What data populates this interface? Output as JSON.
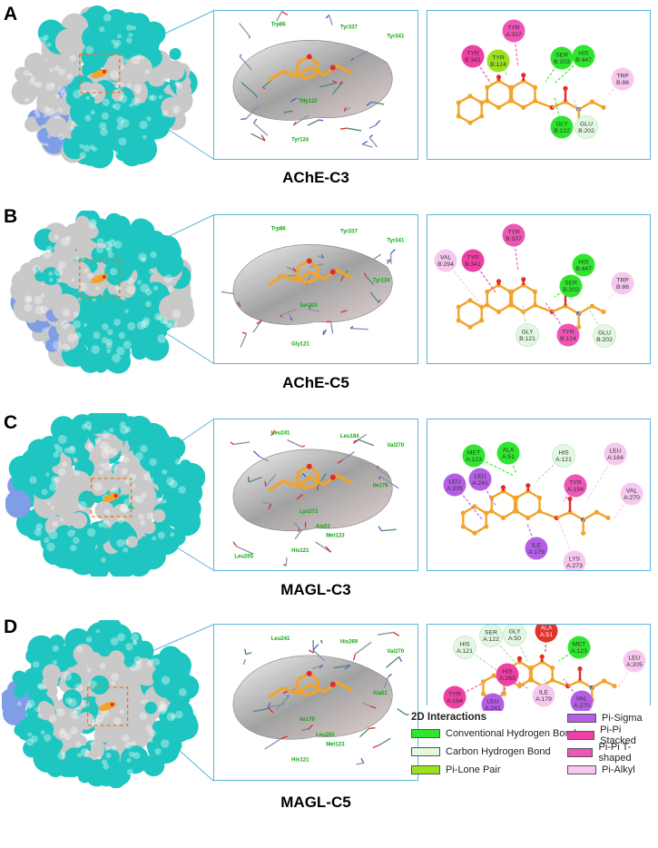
{
  "panels": [
    {
      "letter": "A",
      "title": "AChE-C3",
      "pocket_labels": [
        "Trp86",
        "Tyr337",
        "Tyr341",
        "Gly122",
        "Tyr124"
      ],
      "residues": [
        {
          "label": "TYR\nA:337",
          "type": "pi_pi_tshaped"
        },
        {
          "label": "TYR\nB:341",
          "type": "pi_pi_stacked"
        },
        {
          "label": "TYR\nB:124",
          "type": "pi_lone_pair"
        },
        {
          "label": "SER\nB:203",
          "type": "conventional_hb"
        },
        {
          "label": "HIS\nB:447",
          "type": "conventional_hb"
        },
        {
          "label": "TRP\nB:86",
          "type": "pi_alkyl"
        },
        {
          "label": "GLY\nB:122",
          "type": "conventional_hb"
        },
        {
          "label": "GLU\nB:202",
          "type": "carbon_hb"
        }
      ]
    },
    {
      "letter": "B",
      "title": "AChE-C5",
      "pocket_labels": [
        "Trp86",
        "Tyr337",
        "Tyr341",
        "Ser203",
        "Gly121",
        "Tyr124"
      ],
      "residues": [
        {
          "label": "VAL\nB:294",
          "type": "pi_alkyl"
        },
        {
          "label": "TYR\nB:337",
          "type": "pi_pi_tshaped"
        },
        {
          "label": "TYR\nB:341",
          "type": "pi_pi_stacked"
        },
        {
          "label": "HIS\nB:447",
          "type": "conventional_hb"
        },
        {
          "label": "SER\nB:203",
          "type": "conventional_hb"
        },
        {
          "label": "TRP\nB:86",
          "type": "pi_alkyl"
        },
        {
          "label": "GLY\nB:121",
          "type": "carbon_hb"
        },
        {
          "label": "TYR\nB:124",
          "type": "pi_pi_tshaped"
        },
        {
          "label": "GLU\nB:202",
          "type": "carbon_hb"
        }
      ]
    },
    {
      "letter": "C",
      "title": "MAGL-C3",
      "pocket_labels": [
        "Leu241",
        "Leu184",
        "Val270",
        "Lys273",
        "His121",
        "Ile179",
        "Met123",
        "Ala51",
        "Leu205"
      ],
      "residues": [
        {
          "label": "MET\nA:123",
          "type": "conventional_hb"
        },
        {
          "label": "ALA\nA:51",
          "type": "conventional_hb"
        },
        {
          "label": "HIS\nA:121",
          "type": "carbon_hb"
        },
        {
          "label": "LEU\nA:184",
          "type": "pi_alkyl"
        },
        {
          "label": "LEU\nA:241",
          "type": "pi_sigma"
        },
        {
          "label": "LEU\nA:205",
          "type": "pi_sigma"
        },
        {
          "label": "TYR\nA:194",
          "type": "pi_pi_tshaped"
        },
        {
          "label": "VAL\nA:270",
          "type": "pi_alkyl"
        },
        {
          "label": "ILE\nA:179",
          "type": "pi_sigma"
        },
        {
          "label": "LYS\nA:273",
          "type": "pi_alkyl"
        }
      ]
    },
    {
      "letter": "D",
      "title": "MAGL-C5",
      "pocket_labels": [
        "Leu241",
        "His269",
        "Val270",
        "Ile179",
        "His121",
        "Ala51",
        "Met123",
        "Leu205"
      ],
      "residues": [
        {
          "label": "SER\nA:122",
          "type": "carbon_hb"
        },
        {
          "label": "GLY\nA:50",
          "type": "carbon_hb"
        },
        {
          "label": "ALA\nA:51",
          "type": "unfavorable"
        },
        {
          "label": "HIS\nA:121",
          "type": "carbon_hb"
        },
        {
          "label": "MET\nA:123",
          "type": "conventional_hb"
        },
        {
          "label": "LEU\nA:205",
          "type": "pi_alkyl"
        },
        {
          "label": "HIS\nA:269",
          "type": "pi_pi_stacked"
        },
        {
          "label": "TYR\nA:194",
          "type": "pi_pi_stacked"
        },
        {
          "label": "LEU\nA:241",
          "type": "pi_sigma"
        },
        {
          "label": "ILE\nA:179",
          "type": "pi_alkyl"
        },
        {
          "label": "VAL\nA:270",
          "type": "pi_sigma"
        }
      ]
    }
  ],
  "legend": {
    "title": "2D Interactions",
    "items": [
      {
        "label": "Conventional Hydrogen Bond",
        "color": "#2ee62e"
      },
      {
        "label": "Carbon Hydrogen Bond",
        "color": "#e3f8e3"
      },
      {
        "label": "Pi-Lone Pair",
        "color": "#9be21f"
      },
      {
        "label": "Pi-Sigma",
        "color": "#b45ee6"
      },
      {
        "label": "Pi-Pi Stacked",
        "color": "#ee3fa5"
      },
      {
        "label": "Pi-Pi T-shaped",
        "color": "#ee56b6"
      },
      {
        "label": "Pi-Alkyl",
        "color": "#f7c8ef"
      }
    ]
  },
  "colors": {
    "conventional_hb": "#2ee62e",
    "carbon_hb": "#e3f8e3",
    "pi_lone_pair": "#9be21f",
    "pi_sigma": "#b45ee6",
    "pi_pi_stacked": "#ee3fa5",
    "pi_pi_tshaped": "#ee56b6",
    "pi_alkyl": "#f7c8ef",
    "unfavorable": "#e3322b",
    "ligand": "#f2a42a",
    "oxygen": "#e52a2a",
    "nitrogen": "#3a4fd8",
    "surface_teal": "#1fc6c1",
    "surface_grey": "#c9c9c9",
    "surface_blue": "#7f9ee6",
    "frame": "#58b6dc",
    "dash_box": "#e07b1e"
  }
}
